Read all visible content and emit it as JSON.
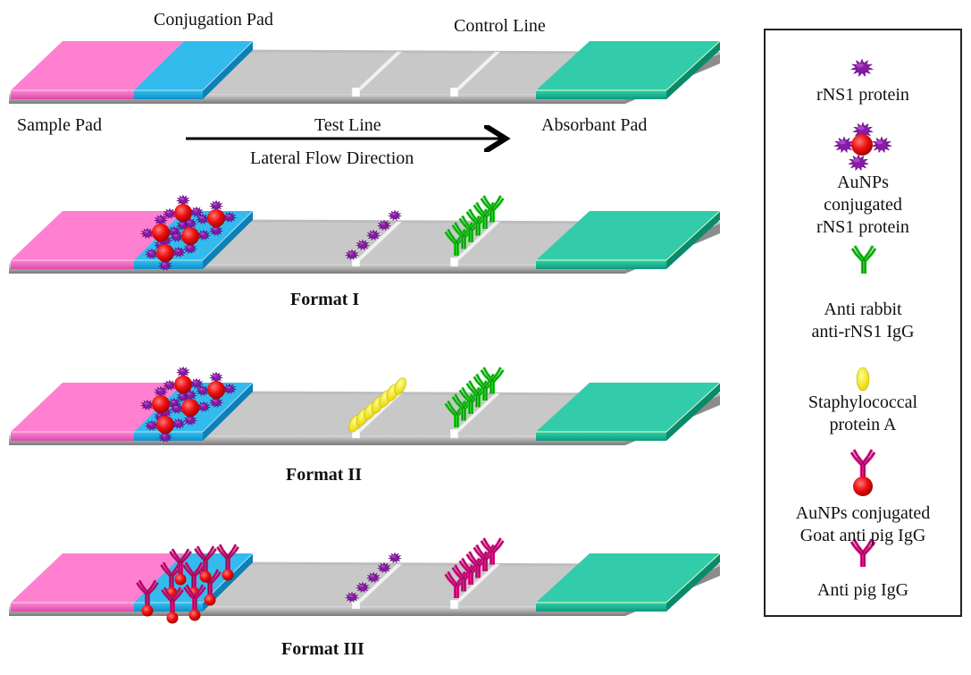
{
  "colors": {
    "sample_pad": "#ff80d0",
    "conjugation_pad": "#33bbee",
    "absorbent_pad": "#33ccaa",
    "membrane": "#c8c8c8",
    "rns1_protein": "#8a1aa8",
    "aunp": "#ee1111",
    "anti_rabbit_igg": "#22cc22",
    "protein_a": "#ffee00",
    "anti_pig_igg": "#d4147a"
  },
  "diagram": {
    "labels": {
      "conjugation_pad": "Conjugation Pad",
      "control_line": "Control Line",
      "sample_pad": "Sample Pad",
      "test_line": "Test Line",
      "absorbant_pad": "Absorbant Pad",
      "flow_direction": "Lateral Flow Direction"
    },
    "formats": [
      {
        "name": "Format I",
        "conjugate": "AuNPs conjugated rNS1 protein",
        "test_line": "rNS1 protein",
        "control_line": "Anti rabbit anti-rNS1 IgG"
      },
      {
        "name": "Format II",
        "conjugate": "AuNPs conjugated rNS1 protein",
        "test_line": "Staphylococcal protein A",
        "control_line": "Anti rabbit anti-rNS1 IgG"
      },
      {
        "name": "Format III",
        "conjugate": "AuNPs conjugated Goat anti pig IgG",
        "test_line": "rNS1 protein",
        "control_line": "Anti pig IgG"
      }
    ]
  },
  "legend": {
    "items": [
      {
        "icon": "rns1-protein-icon",
        "lines": [
          "rNS1 protein"
        ]
      },
      {
        "icon": "aunp-rns1-conjugate-icon",
        "lines": [
          "AuNPs",
          "conjugated",
          "rNS1 protein"
        ]
      },
      {
        "icon": "anti-rabbit-igg-icon",
        "lines": [
          "Anti rabbit",
          "anti-rNS1 IgG"
        ]
      },
      {
        "icon": "protein-a-icon",
        "lines": [
          "Staphylococcal",
          "protein A"
        ]
      },
      {
        "icon": "aunp-goat-anti-pig-igg-icon",
        "lines": [
          "AuNPs conjugated",
          "Goat anti pig IgG"
        ]
      },
      {
        "icon": "anti-pig-igg-icon",
        "lines": [
          "Anti pig IgG"
        ]
      }
    ]
  }
}
